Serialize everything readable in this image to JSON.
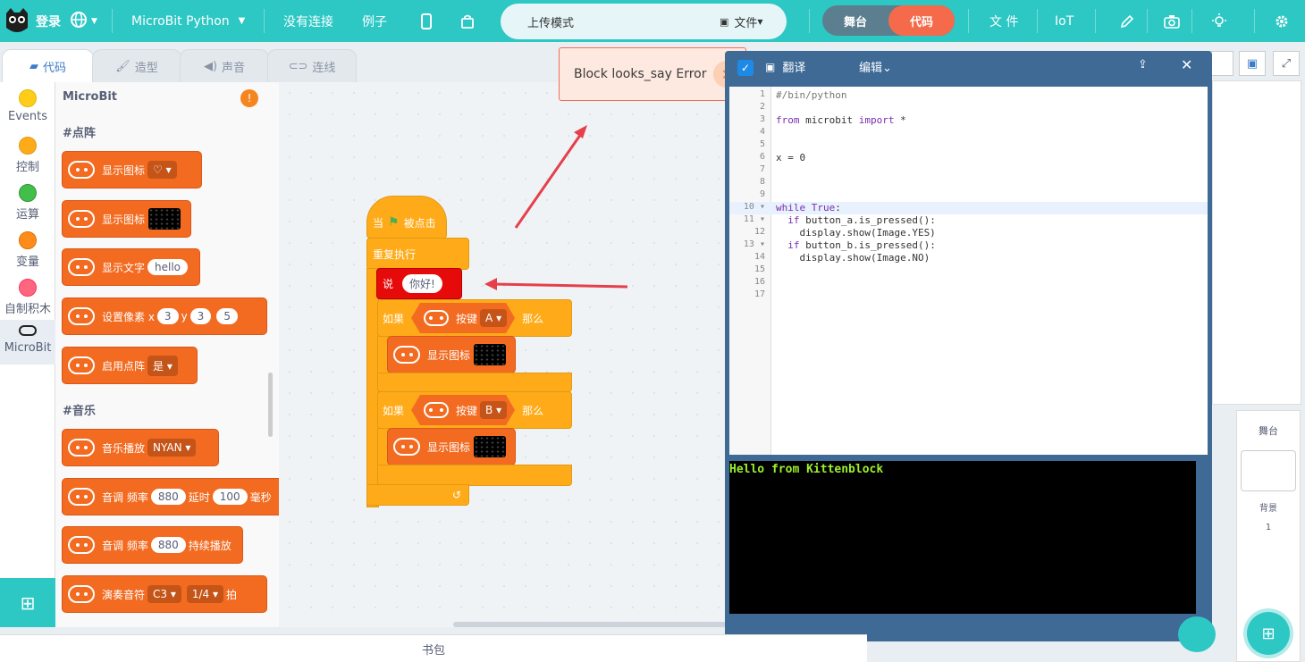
{
  "topbar": {
    "login": "登录",
    "language": "globe-icon",
    "product": "MicroBit Python",
    "connect": "没有连接",
    "examples": "例子",
    "mode": "上传模式",
    "file_menu": "文件",
    "stage_btn": "舞台",
    "code_btn": "代码",
    "file": "文 件",
    "iot": "IoT"
  },
  "tabs": {
    "code": "代码",
    "costume": "造型",
    "sound": "声音",
    "connect": "连线"
  },
  "categories": [
    {
      "label": "Events",
      "color": "#ffcc1a"
    },
    {
      "label": "控制",
      "color": "#ffab19"
    },
    {
      "label": "运算",
      "color": "#40bf4a"
    },
    {
      "label": "变量",
      "color": "#ff8c1a"
    },
    {
      "label": "自制积木",
      "color": "#ff6680"
    },
    {
      "label": "MicroBit",
      "color": "#575e75"
    }
  ],
  "palette": {
    "title": "MicroBit",
    "section_matrix": "#点阵",
    "show_icon": "显示图标",
    "show_text": "显示文字",
    "text_value": "hello",
    "set_pixel": "设置像素 x",
    "x_val": "3",
    "y_label": "y",
    "y_val": "3",
    "bright": "5",
    "enable_matrix": "启用点阵",
    "enable_val": "是",
    "section_music": "#音乐",
    "play_music": "音乐播放",
    "music_val": "NYAN",
    "tone": "音调 频率",
    "freq": "880",
    "delay_label": "延时",
    "delay_val": "100",
    "delay_unit": "毫秒",
    "tone2": "音调 频率",
    "freq2": "880",
    "continuous": "持续播放",
    "play_note": "演奏音符",
    "note": "C3",
    "beat": "1/4",
    "beat_unit": "拍"
  },
  "script": {
    "when": "当",
    "clicked": "被点击",
    "forever": "重复执行",
    "say": "说",
    "say_val": "你好!",
    "if": "如果",
    "button": "按键",
    "btn_a": "A",
    "then": "那么",
    "show_icon": "显示图标",
    "btn_b": "B"
  },
  "error": {
    "text": "Block looks_say Error"
  },
  "editor": {
    "translate": "翻译",
    "edit": "编辑"
  },
  "code_lines": [
    "#/bin/python",
    "",
    "from microbit import *",
    "",
    "",
    "x = 0",
    "",
    "",
    "",
    "while True:",
    "  if button_a.is_pressed():",
    "    display.show(Image.YES)",
    "  if button_b.is_pressed():",
    "    display.show(Image.NO)",
    "",
    "",
    ""
  ],
  "terminal": {
    "output": "Hello from Kittenblock"
  },
  "right": {
    "stage": "舞台",
    "backdrop": "背景",
    "count": "1"
  },
  "bottom": {
    "backpack": "书包"
  }
}
